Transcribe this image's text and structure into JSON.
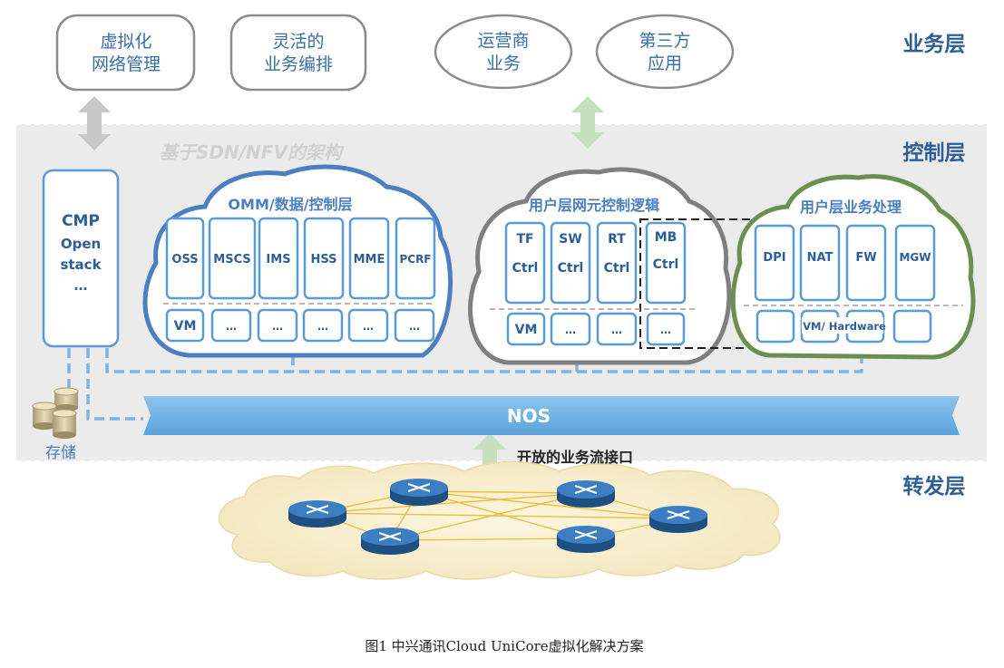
{
  "service_layer": {
    "label": "业务层",
    "items": [
      {
        "line1": "虚拟化",
        "line2": "网络管理"
      },
      {
        "line1": "灵活的",
        "line2": "业务编排"
      },
      {
        "line1": "运营商",
        "line2": "业务"
      },
      {
        "line1": "第三方",
        "line2": "应用"
      }
    ]
  },
  "control_layer": {
    "label": "控制层",
    "watermark": "基于SDN/NFV的架构",
    "cmp": {
      "line1": "CMP",
      "line2": "Open",
      "line3": "stack",
      "line4": "…"
    },
    "storage_label": "存储",
    "omm_cloud": {
      "title": "OMM/数据/控制层",
      "modules": [
        "OSS",
        "MSCS",
        "IMS",
        "HSS",
        "MME",
        "PCRF"
      ],
      "vms": [
        "VM",
        "…",
        "…",
        "…",
        "…",
        "…"
      ]
    },
    "user_ctrl_cloud": {
      "title": "用户层网元控制逻辑",
      "modules": [
        {
          "line1": "TF",
          "line2": "Ctrl"
        },
        {
          "line1": "SW",
          "line2": "Ctrl"
        },
        {
          "line1": "RT",
          "line2": "Ctrl"
        },
        {
          "line1": "MB",
          "line2": "Ctrl"
        }
      ],
      "vms": [
        "VM",
        "…",
        "…"
      ]
    },
    "user_svc_cloud": {
      "title": "用户层业务处理",
      "modules": [
        "DPI",
        "NAT",
        "FW",
        "MGW"
      ],
      "vm_label": "VM/ Hardware"
    },
    "nos_label": "NOS"
  },
  "forwarding_layer": {
    "label": "转发层",
    "interface_label": "开放的业务流接口"
  },
  "caption": "图1  中兴通讯Cloud UniCore虚拟化解决方案",
  "colors": {
    "blue": "#4a7fc1",
    "gray": "#7f7f7f",
    "green": "#6b8f4e",
    "light_blue": "#7fb3e0",
    "nos_fill": "#6aaee0",
    "arrow_gray": "#c8c8c8",
    "arrow_green": "#c4e0bc",
    "band": "#ececec",
    "router": "#2e6ea8"
  }
}
